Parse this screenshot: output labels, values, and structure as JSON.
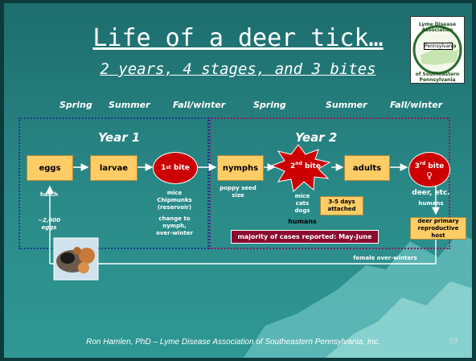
{
  "slide": {
    "title": "Life of a deer tick…",
    "subtitle": "2 years, 4 stages, and 3 bites",
    "seasons": [
      "Spring",
      "Summer",
      "Fall/winter",
      "Spring",
      "Summer",
      "Fall/winter"
    ],
    "year1_label": "Year 1",
    "year2_label": "Year 2",
    "stages": {
      "eggs": "eggs",
      "larvae": "larvae",
      "bite1_sup": "st",
      "bite1_num": "1",
      "bite1_word": " bite",
      "nymphs": "nymphs",
      "bite2_num": "2",
      "bite2_sup": "nd",
      "bite2_word": " bite",
      "adults": "adults",
      "bite3_num": "3",
      "bite3_sup": "rd",
      "bite3_word": " bite",
      "female_symbol": "♀"
    },
    "notes": {
      "hatch": "hatch",
      "egg_count": "~2,000",
      "egg_count_unit": "eggs",
      "larvae_hosts": "mice\nChipmunks\n(reservoir)",
      "larvae_change": "change to\nnymph,\nover-winter",
      "nymph_size": "poppy seed\nsize",
      "nymph_hosts": "mice\ncats\ndogs",
      "nymph_humans": "humans",
      "attached": "3-5 days\nattached",
      "adult_hosts": "deer, etc.",
      "adult_humans": "humans",
      "deer_host": "deer primary\nreproductive host",
      "female_winter": "female over-winters",
      "majority": "majority of cases reported: May-June"
    },
    "footer": "Ron Hamlen, PhD – Lyme Disease Association of Southeastern Pennsylvania, Inc.",
    "page_number": "59",
    "logo": {
      "top_text": "Lyme Disease Association",
      "state_text": "Pennsylvania",
      "bottom_text": "of Southeastern Pennsylvania"
    }
  },
  "colors": {
    "background": "#2a8a88",
    "box_fill": "#ffcc66",
    "bite_fill": "#cc0000",
    "banner_fill": "#8b0a2e",
    "year1_border": "#1a3d8f",
    "year2_border": "#8b1a5e"
  }
}
